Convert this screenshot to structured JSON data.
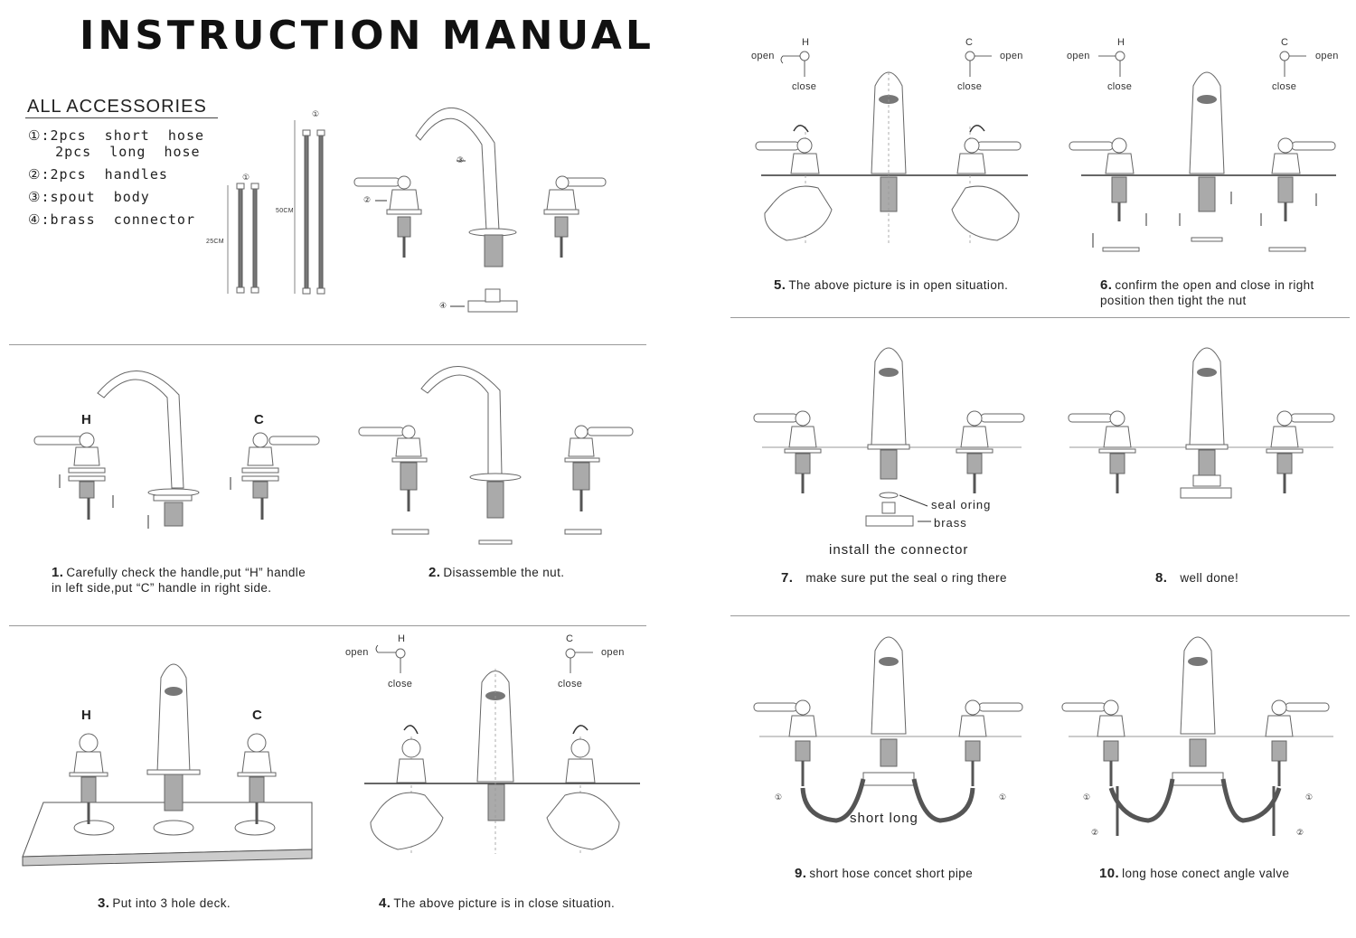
{
  "title": "INSTRUCTION MANUAL",
  "accessories": {
    "heading": "ALL ACCESSORIES",
    "items": [
      "①:2pcs  short  hose\n   2pcs  long  hose",
      "②:2pcs  handles",
      "③:spout  body",
      "④:brass  connector"
    ]
  },
  "diagram_labels": {
    "h": "H",
    "c": "C",
    "open": "open",
    "close": "close",
    "n1": "①",
    "n2": "②",
    "n3": "③",
    "n4": "④",
    "len_25": "25CM",
    "len_50": "50CM",
    "seal_oring": "seal oring",
    "brass": "brass",
    "install_connector": "install the connector",
    "short_long": "short long"
  },
  "steps": [
    {
      "num": "1.",
      "text": "Carefully check the handle,put “H” handle in left side,put “C” handle in right side."
    },
    {
      "num": "2.",
      "text": "Disassemble the nut."
    },
    {
      "num": "3.",
      "text": "Put into 3 hole deck."
    },
    {
      "num": "4.",
      "text": "The above picture is in close situation."
    },
    {
      "num": "5.",
      "text": "The above picture is in open situation."
    },
    {
      "num": "6.",
      "text": "confirm the open and close in right position then tight the nut"
    },
    {
      "num": "7.",
      "text": "make sure put the seal o ring there"
    },
    {
      "num": "8.",
      "text": "well done!"
    },
    {
      "num": "9.",
      "text": "short hose concet short pipe"
    },
    {
      "num": "10.",
      "text": "long hose conect angle valve"
    }
  ]
}
